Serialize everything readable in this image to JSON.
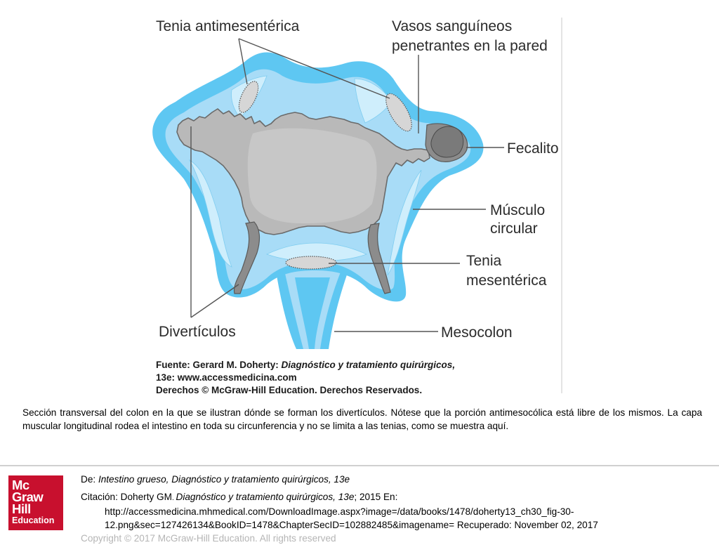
{
  "figure": {
    "labels": {
      "tenia_antimesenterica": "Tenia antimesentérica",
      "vasos_line1": "Vasos sanguíneos",
      "vasos_line2": "penetrantes en la pared",
      "fecalito": "Fecalito",
      "musculo_line1": "Músculo",
      "musculo_line2": "circular",
      "tenia_mes_line1": "Tenia",
      "tenia_mes_line2": "mesentérica",
      "diverticulos": "Divertículos",
      "mesocolon": "Mesocolon"
    },
    "source": {
      "line1_prefix": "Fuente: Gerard M. Doherty: ",
      "line1_title": "Diagnóstico y tratamiento quirúrgicos,",
      "line2": "13e: www.accessmedicina.com",
      "line3": "Derechos © McGraw-Hill Education. Derechos Reservados."
    },
    "colors": {
      "light_blue": "#5ec7f2",
      "wall_blue": "#a8dcf7",
      "muscle_blue": "#cfeefc",
      "lumen_gray": "#b9b9b9",
      "diverticulum_gray": "#8c8c8c",
      "fecalith_gray": "#7a7a7a"
    }
  },
  "caption": "Sección transversal del colon en la que se ilustran dónde se forman los divertículos. Nótese que la porción antimesocólica está libre de los mismos. La capa muscular longitudinal rodea el intestino en toda su circunferencia y no se limita a las tenias, como se muestra aquí.",
  "credit": {
    "from_prefix": "De: ",
    "from_text": "Intestino grueso, Diagnóstico y tratamiento quirúrgicos, 13e",
    "citation_prefix": "Citación: Doherty GM",
    "citation_sep": ". ",
    "citation_title": "Diagnóstico y tratamiento quirúrgicos, 13e",
    "citation_rest": "; 2015 En:",
    "url_line1": "http://accessmedicina.mhmedical.com/DownloadImage.aspx?image=/data/books/1478/doherty13_ch30_fig-30-",
    "url_line2": "12.png&sec=127426134&BookID=1478&ChapterSecID=102882485&imagename= Recuperado: November 02, 2017",
    "copyright": "Copyright © 2017 McGraw-Hill Education. All rights reserved"
  },
  "logo": {
    "line1": "Mc",
    "line2": "Graw",
    "line3": "Hill",
    "line4": "Education",
    "color": "#c8102e"
  }
}
